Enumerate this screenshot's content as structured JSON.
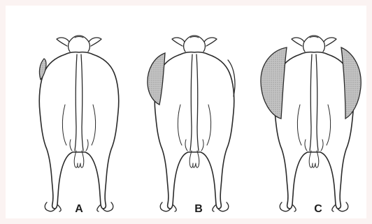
{
  "figure": {
    "panels": [
      {
        "id": "A",
        "label": "A",
        "fill_level": "small"
      },
      {
        "id": "B",
        "label": "B",
        "fill_level": "medium"
      },
      {
        "id": "C",
        "label": "C",
        "fill_level": "large"
      }
    ],
    "fill_color": "#b8b8b8",
    "line_color": "#2a2a2a"
  }
}
